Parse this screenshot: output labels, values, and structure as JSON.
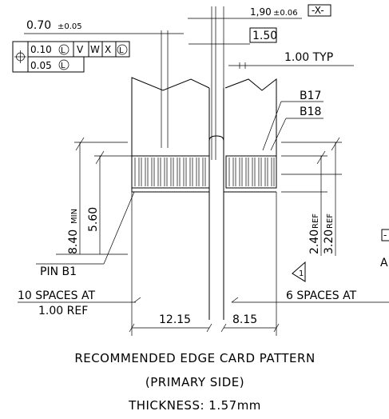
{
  "dimensions": {
    "top_left_width": "0.70",
    "top_left_tol": "±0.05",
    "top_pitch": "1,90",
    "top_pitch_tol": "±0.06",
    "datum_x": "-X-",
    "basic_box": "1.50",
    "typ_label": "1.00  TYP",
    "pin_b17": "B17",
    "pin_b18": "B18",
    "dim_840": "8.40",
    "dim_840_suffix": "MIN",
    "dim_560": "5.60",
    "dim_240": "2.40",
    "dim_240_suffix": "REF",
    "dim_320": "3.20",
    "dim_320_suffix": "REF",
    "pin_b1": "PIN  B1",
    "spaces_left": "10  SPACES  AT",
    "spaces_left_value": "1.00  REF",
    "spaces_right": "6  SPACES  AT",
    "width_left": "12.15",
    "width_right": "8.15",
    "triangle_note": "1",
    "edge_fragment_top": "-",
    "edge_fragment_bottom": "A"
  },
  "feature_control_frame": {
    "symbol": "⊕",
    "row1_tol": "0.10",
    "row1_modifier": "L",
    "row1_datums": [
      "V",
      "W",
      "X"
    ],
    "row1_datum_modifier": "L",
    "row2_tol": "0.05",
    "row2_modifier": "L"
  },
  "caption": {
    "line1": "RECOMMENDED  EDGE  CARD  PATTERN",
    "line2": "(PRIMARY  SIDE)",
    "line3": "THICKNESS:  1.57mm"
  }
}
